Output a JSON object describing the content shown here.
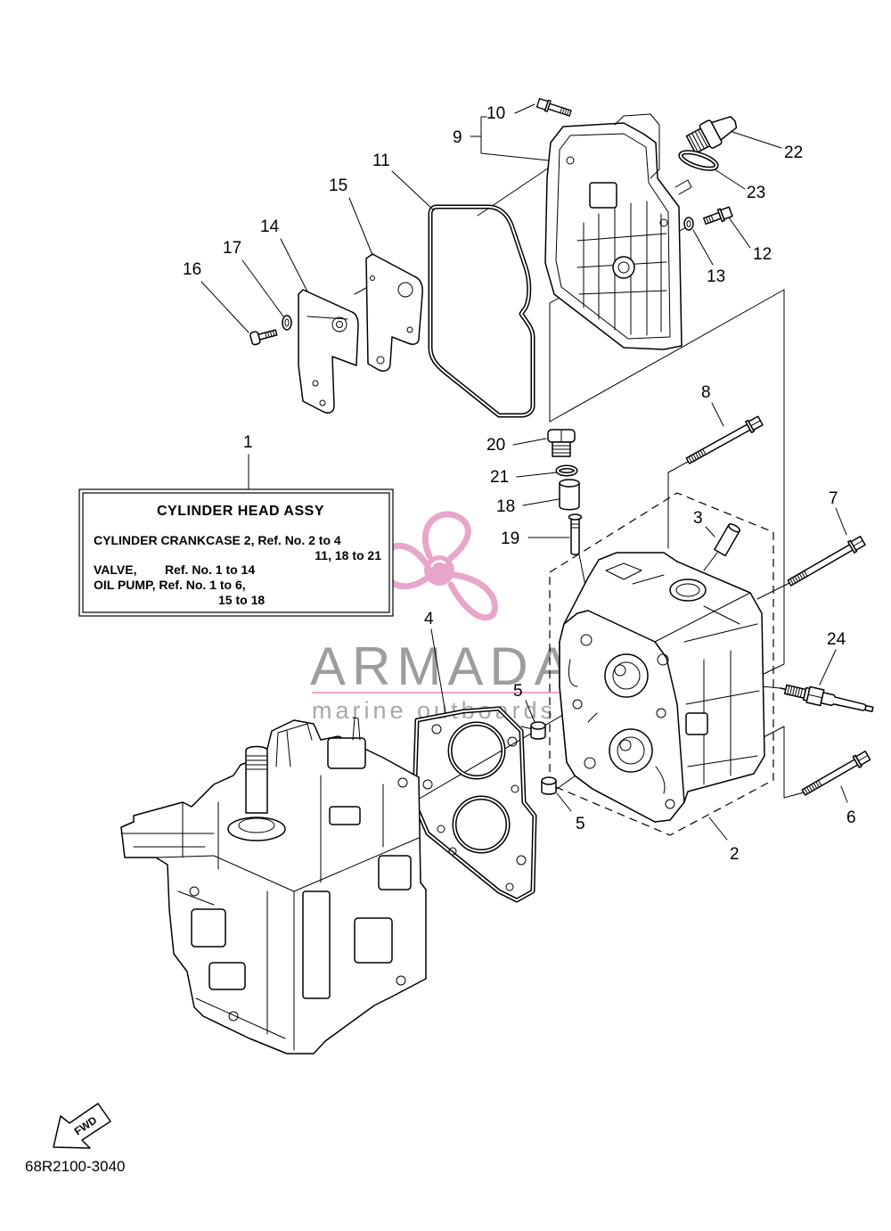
{
  "callouts": {
    "p1": "1",
    "p2": "2",
    "p3": "3",
    "p4": "4",
    "p5a": "5",
    "p5b": "5",
    "p6": "6",
    "p7": "7",
    "p8": "8",
    "p9": "9",
    "p10": "10",
    "p11": "11",
    "p12": "12",
    "p13": "13",
    "p14": "14",
    "p15": "15",
    "p16": "16",
    "p17": "17",
    "p18": "18",
    "p19": "19",
    "p20": "20",
    "p21": "21",
    "p22": "22",
    "p23": "23",
    "p24": "24"
  },
  "info_box": {
    "title": "CYLINDER HEAD ASSY",
    "line1": "CYLINDER CRANKCASE 2, Ref. No. 2 to 4",
    "line1_cont": "11, 18 to 21",
    "line2_label": "VALVE,",
    "line2_ref": "Ref. No. 1 to 14",
    "line3": "OIL PUMP, Ref. No. 1 to 6,",
    "line3_cont": "15 to 18"
  },
  "direction_badge": {
    "label": "FWD",
    "icon": "forward-arrow-icon"
  },
  "diagram_code": "68R2100-3040",
  "watermark": {
    "brand": "ARMADA",
    "tagline": "marine outboards",
    "icon": "propeller-logo-icon"
  },
  "colors": {
    "line": "#000000",
    "background": "#ffffff",
    "watermark_pink": "#e9a6cb",
    "watermark_gray": "#8c8c8c"
  }
}
